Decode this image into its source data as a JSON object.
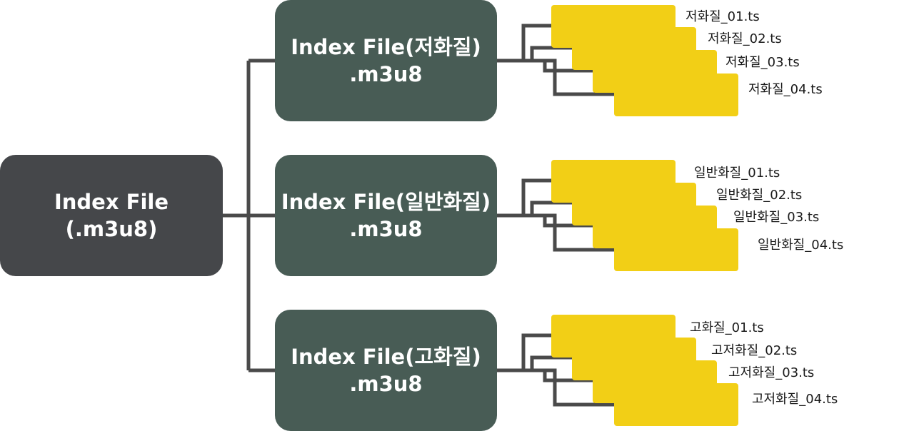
{
  "root": {
    "line1": "Index File",
    "line2": "(.m3u8)"
  },
  "variants": [
    {
      "line1": "Index File(저화질)",
      "line2": ".m3u8",
      "segments": [
        "저화질_01.ts",
        "저화질_02.ts",
        "저화질_03.ts",
        "저화질_04.ts"
      ]
    },
    {
      "line1": "Index File(일반화질)",
      "line2": ".m3u8",
      "segments": [
        "일반화질_01.ts",
        "일반화질_02.ts",
        "일반화질_03.ts",
        "일반화질_04.ts"
      ]
    },
    {
      "line1": "Index File(고화질)",
      "line2": ".m3u8",
      "segments": [
        "고화질_01.ts",
        "고저화질_02.ts",
        "고저화질_03.ts",
        "고저화질_04.ts"
      ]
    }
  ],
  "colors": {
    "root_box": "#45474a",
    "index_box": "#485c55",
    "segment_box": "#f2cf16",
    "connector": "#4a4a4a"
  }
}
